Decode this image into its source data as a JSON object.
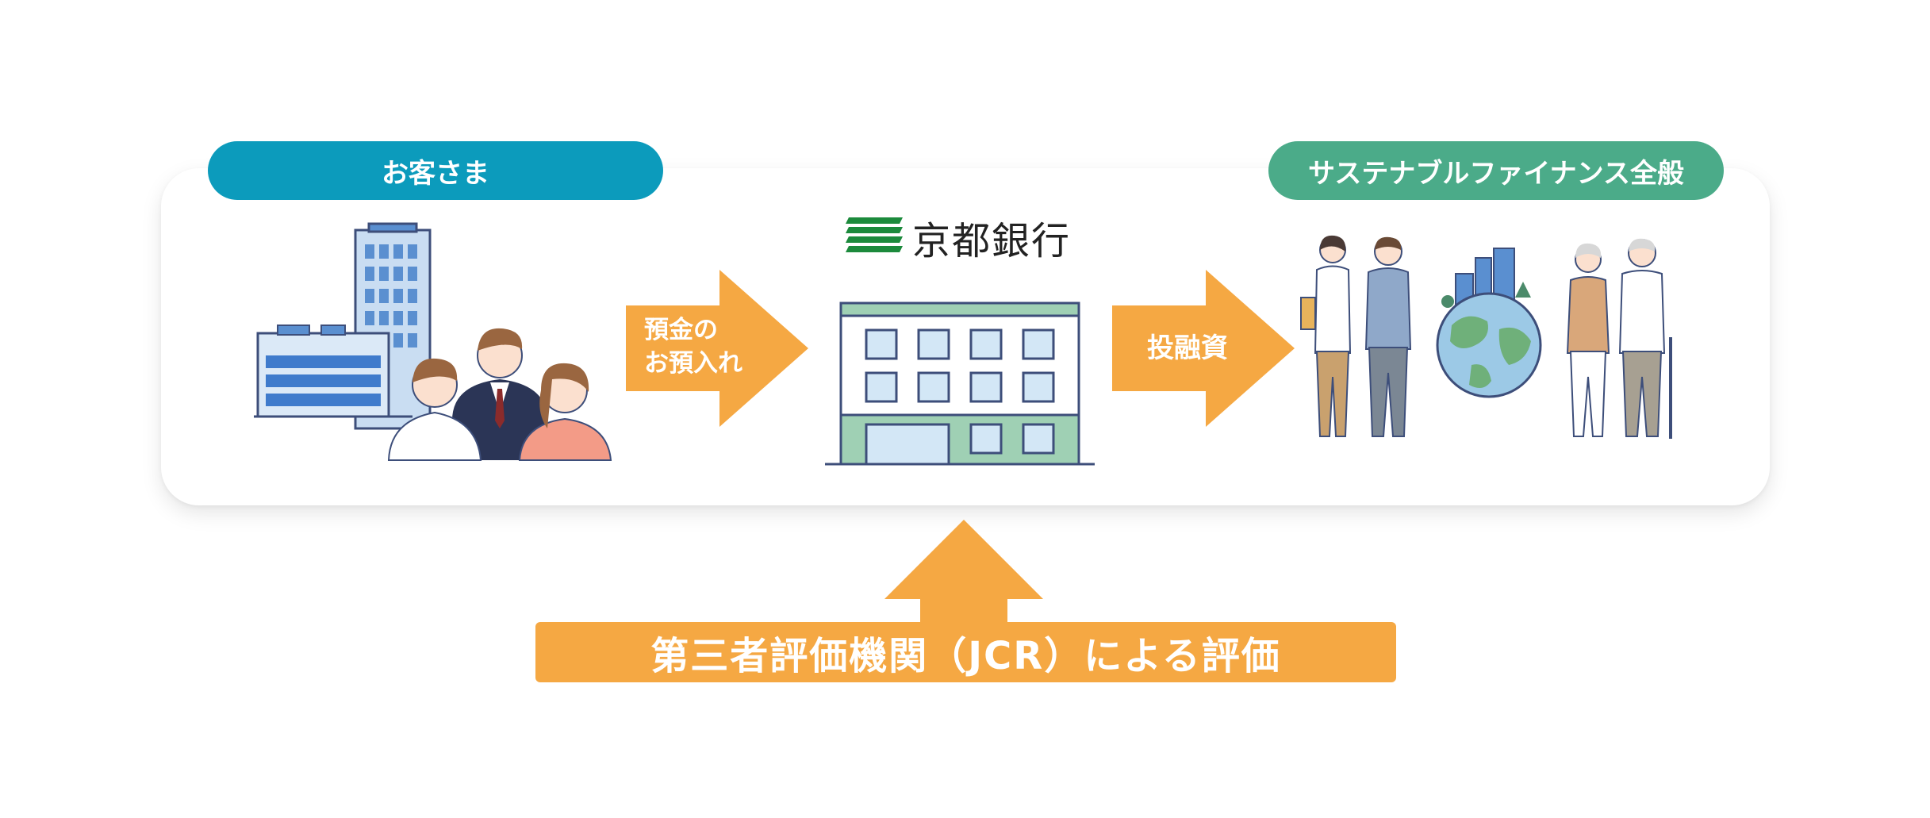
{
  "labels": {
    "customers": "お客さま",
    "sustainable_finance": "サステナブルファイナンス全般",
    "bank_name": "京都銀行",
    "deposit_line1": "預金の",
    "deposit_line2": "お預入れ",
    "financing": "投融資",
    "third_party": "第三者評価機関（JCR）による評価"
  },
  "colors": {
    "customers_pill": "#0c9bbc",
    "sustainable_pill": "#4bab89",
    "arrow_orange": "#f5a843",
    "bank_green": "#1c8a3c",
    "building_green": "#9fd0b4",
    "window_blue": "#d3e7f6"
  },
  "icons": [
    "office-buildings-icon",
    "customers-people-icon",
    "bank-logo-icon",
    "bank-building-icon",
    "globe-city-icon",
    "diverse-people-icon"
  ]
}
